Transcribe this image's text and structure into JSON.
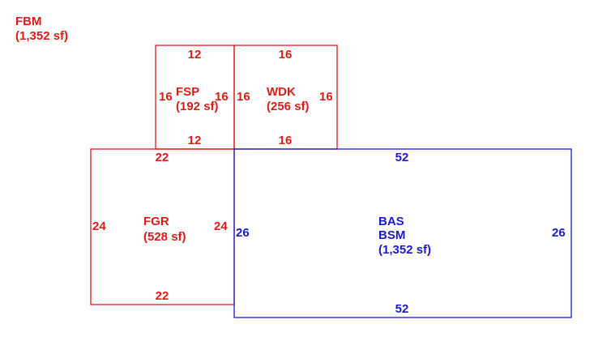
{
  "legend": {
    "code": "FBM",
    "area": "(1,352 sf)"
  },
  "areas": {
    "fsp": {
      "code": "FSP",
      "area": "(192 sf)",
      "top": "12",
      "bottom": "12",
      "left": "16",
      "right": "16"
    },
    "wdk": {
      "code": "WDK",
      "area": "(256 sf)",
      "top": "16",
      "bottom": "16",
      "left": "16",
      "right": "16"
    },
    "fgr": {
      "code": "FGR",
      "area": "(528 sf)",
      "top": "22",
      "bottom": "22",
      "left": "24",
      "right": "24"
    },
    "bas": {
      "code1": "BAS",
      "code2": "BSM",
      "area": "(1,352 sf)",
      "top": "52",
      "bottom": "52",
      "left": "26",
      "right": "26"
    }
  },
  "colors": {
    "outbuilding": "#dd1a1a",
    "main_structure": "#1a1acc"
  }
}
